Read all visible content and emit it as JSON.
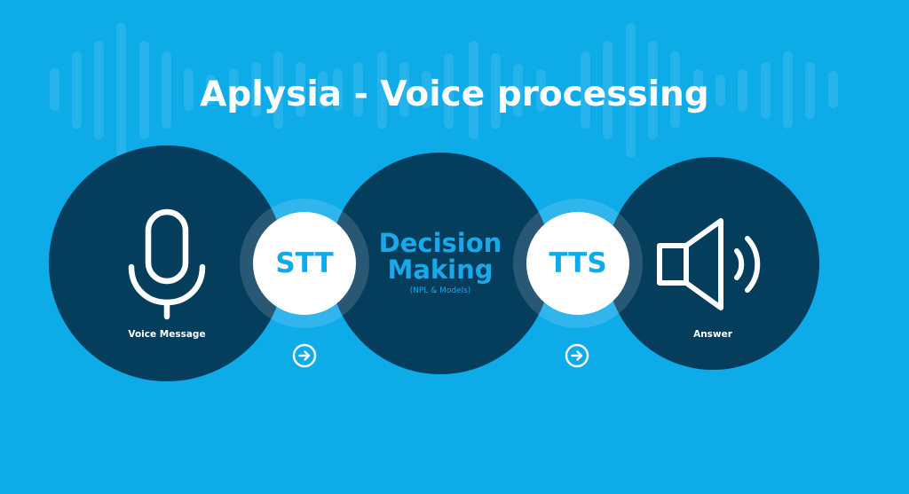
{
  "title": "Aplysia - Voice processing",
  "colors": {
    "background": "#0eabe9",
    "circle": "#053d5c",
    "node_fill": "#ffffff",
    "accent_text": "#0eabe9"
  },
  "steps": [
    {
      "label": "Voice Message",
      "icon": "microphone-icon"
    },
    {
      "label": "STT",
      "icon": "arrow-right-circle-icon"
    },
    {
      "label": "Decision Making",
      "sublabel": "(NPL & Models)",
      "line1": "Decision",
      "line2": "Making"
    },
    {
      "label": "TTS",
      "icon": "arrow-right-circle-icon"
    },
    {
      "label": "Answer",
      "icon": "speaker-icon"
    }
  ]
}
